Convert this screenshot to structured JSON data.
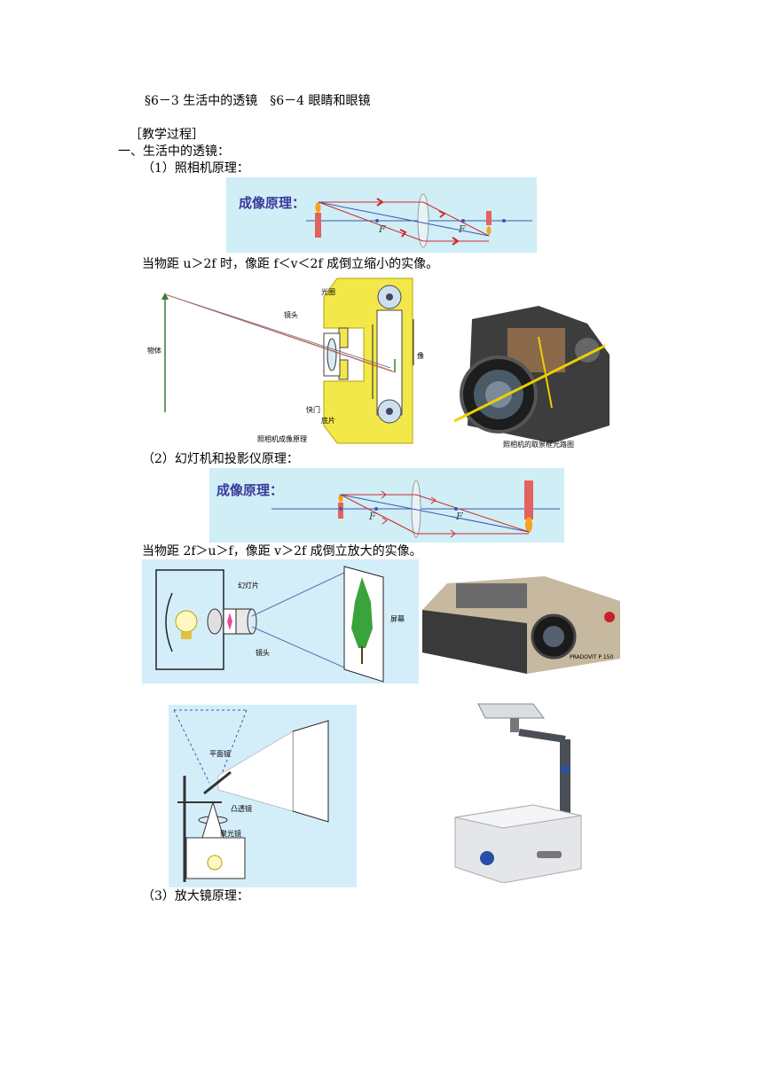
{
  "header": {
    "title": "§6－3 生活中的透镜　§6－4 眼睛和眼镜"
  },
  "section": {
    "process_label": "［教学过程］",
    "part1_heading": "一、生活中的透镜：",
    "item1_heading": "（1）照相机原理：",
    "item1_statement": "当物距 u＞2f 时，像距 f＜v＜2f 成倒立缩小的实像。",
    "item2_heading": "（2）幻灯机和投影仪原理：",
    "item2_statement": "当物距 2f＞u＞f，像距 v＞2f 成倒立放大的实像。",
    "item3_heading": "（3）放大镜原理："
  },
  "diagram_camera_ray": {
    "title": "成像原理：",
    "focal_left": "F",
    "focal_right": "F"
  },
  "diagram_camera_structure": {
    "label_object": "物体",
    "label_lens": "镜头",
    "label_aperture": "光圈",
    "label_image": "像",
    "label_shutter": "快门",
    "label_film": "底片",
    "caption": "照相机成像原理"
  },
  "photo_camera": {
    "caption": "照相机的取景框光路图"
  },
  "diagram_projector_ray": {
    "title": "成像原理：",
    "focal_left": "F",
    "focal_right": "F"
  },
  "diagram_slide_projector": {
    "label_slide": "幻灯片",
    "label_lens": "镜头",
    "label_screen": "屏幕"
  },
  "photo_slide_projector": {
    "brand_text": "PRADOVIT P 150"
  },
  "diagram_overhead_projector": {
    "label_mirror": "平面镜",
    "label_convex": "凸透镜",
    "label_condenser": "聚光镜"
  },
  "colors": {
    "diagram_bg": "#cfeef6",
    "title_blue": "#3a3a9a",
    "ray_red": "#d0282c",
    "axis_blue": "#3b56b0",
    "camera_yellow": "#f3e84a"
  }
}
